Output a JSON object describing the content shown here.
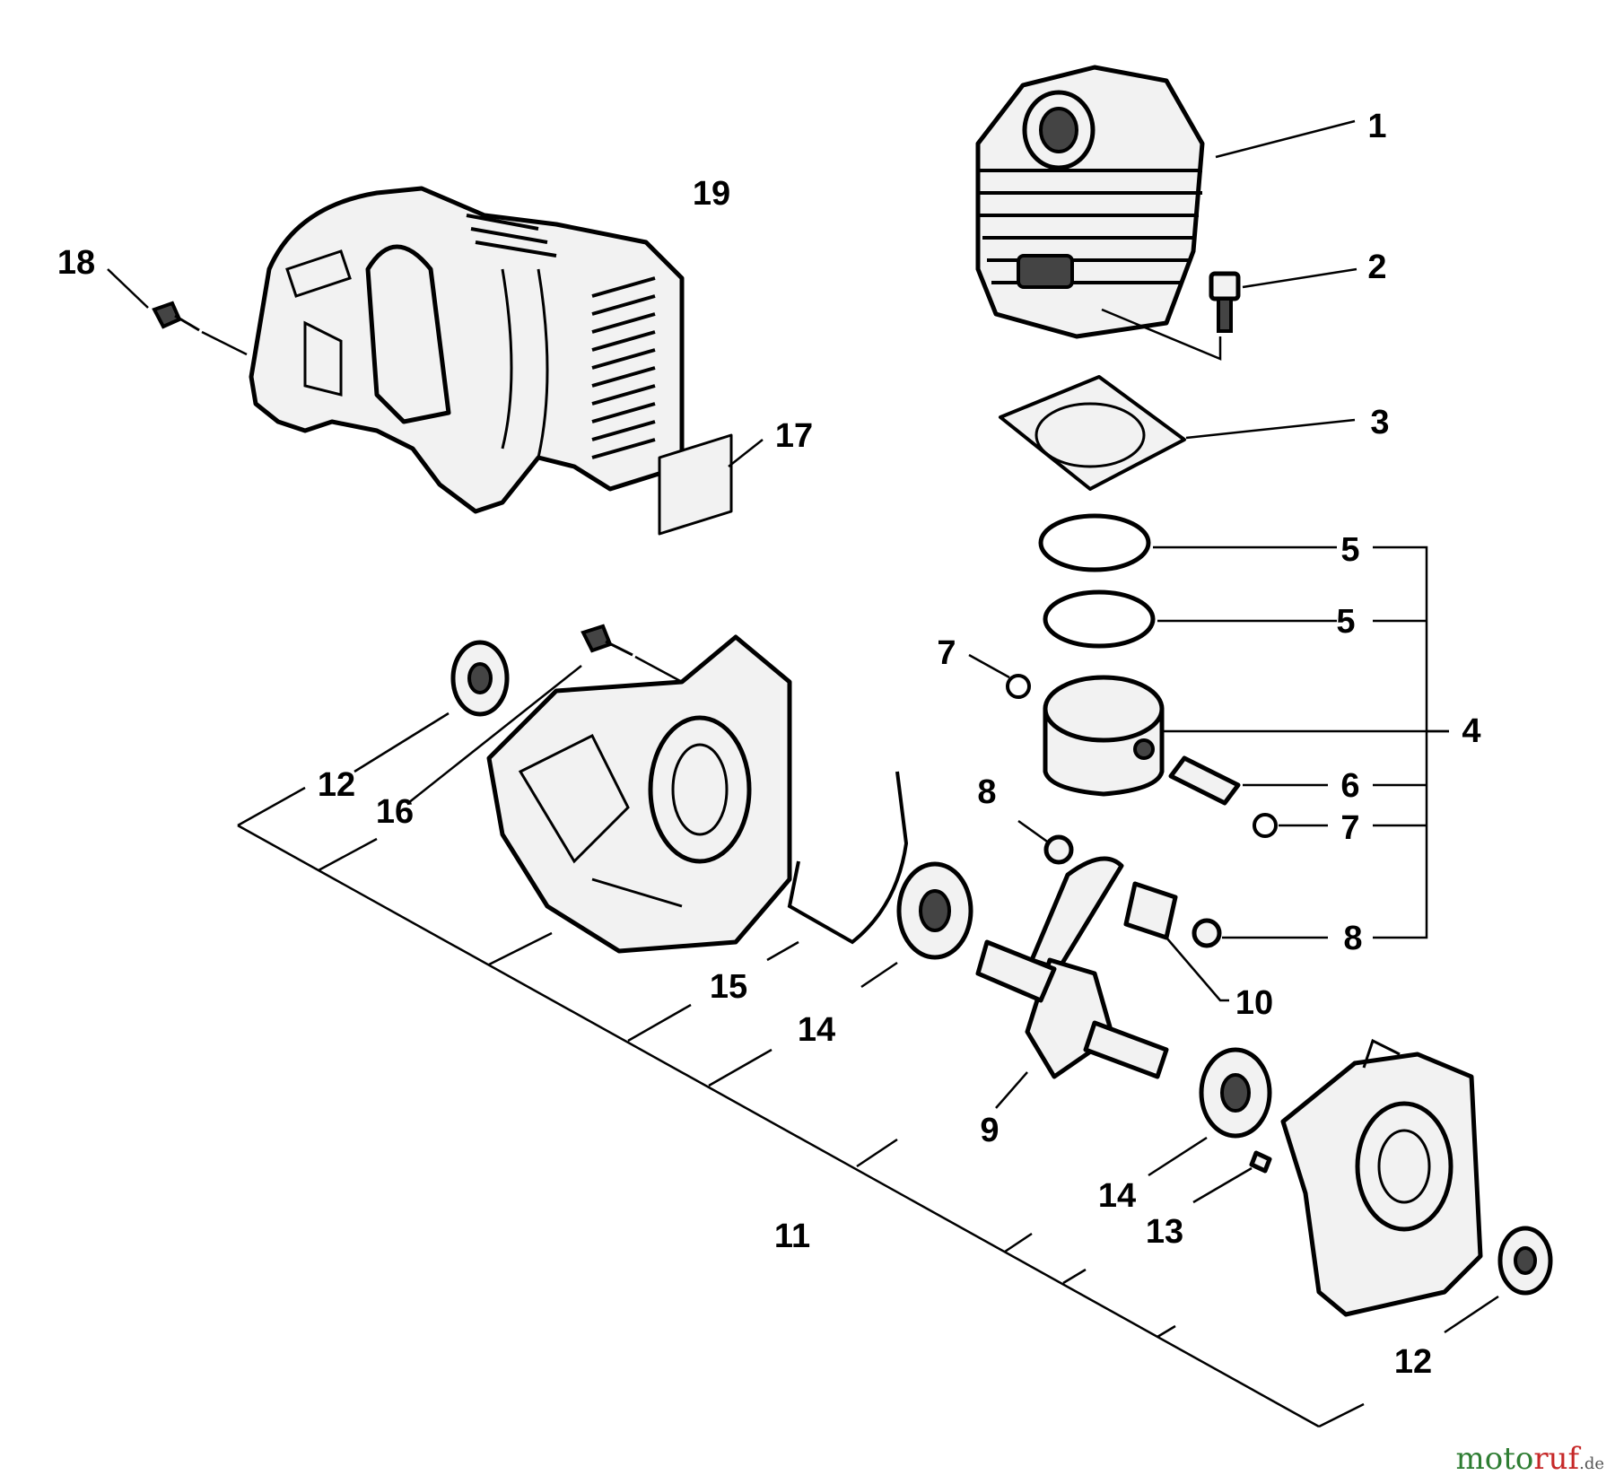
{
  "callouts": [
    {
      "id": "1",
      "text": "1"
    },
    {
      "id": "2",
      "text": "2"
    },
    {
      "id": "3",
      "text": "3"
    },
    {
      "id": "4",
      "text": "4"
    },
    {
      "id": "5a",
      "text": "5"
    },
    {
      "id": "5b",
      "text": "5"
    },
    {
      "id": "6",
      "text": "6"
    },
    {
      "id": "7a",
      "text": "7"
    },
    {
      "id": "7b",
      "text": "7"
    },
    {
      "id": "8a",
      "text": "8"
    },
    {
      "id": "8b",
      "text": "8"
    },
    {
      "id": "9",
      "text": "9"
    },
    {
      "id": "10",
      "text": "10"
    },
    {
      "id": "11",
      "text": "11"
    },
    {
      "id": "12a",
      "text": "12"
    },
    {
      "id": "12b",
      "text": "12"
    },
    {
      "id": "13",
      "text": "13"
    },
    {
      "id": "14a",
      "text": "14"
    },
    {
      "id": "14b",
      "text": "14"
    },
    {
      "id": "15",
      "text": "15"
    },
    {
      "id": "16",
      "text": "16"
    },
    {
      "id": "17",
      "text": "17"
    },
    {
      "id": "18",
      "text": "18"
    },
    {
      "id": "19",
      "text": "19"
    }
  ],
  "watermark": {
    "part1": "moto",
    "part2": "ruf",
    "part3": ".de"
  }
}
